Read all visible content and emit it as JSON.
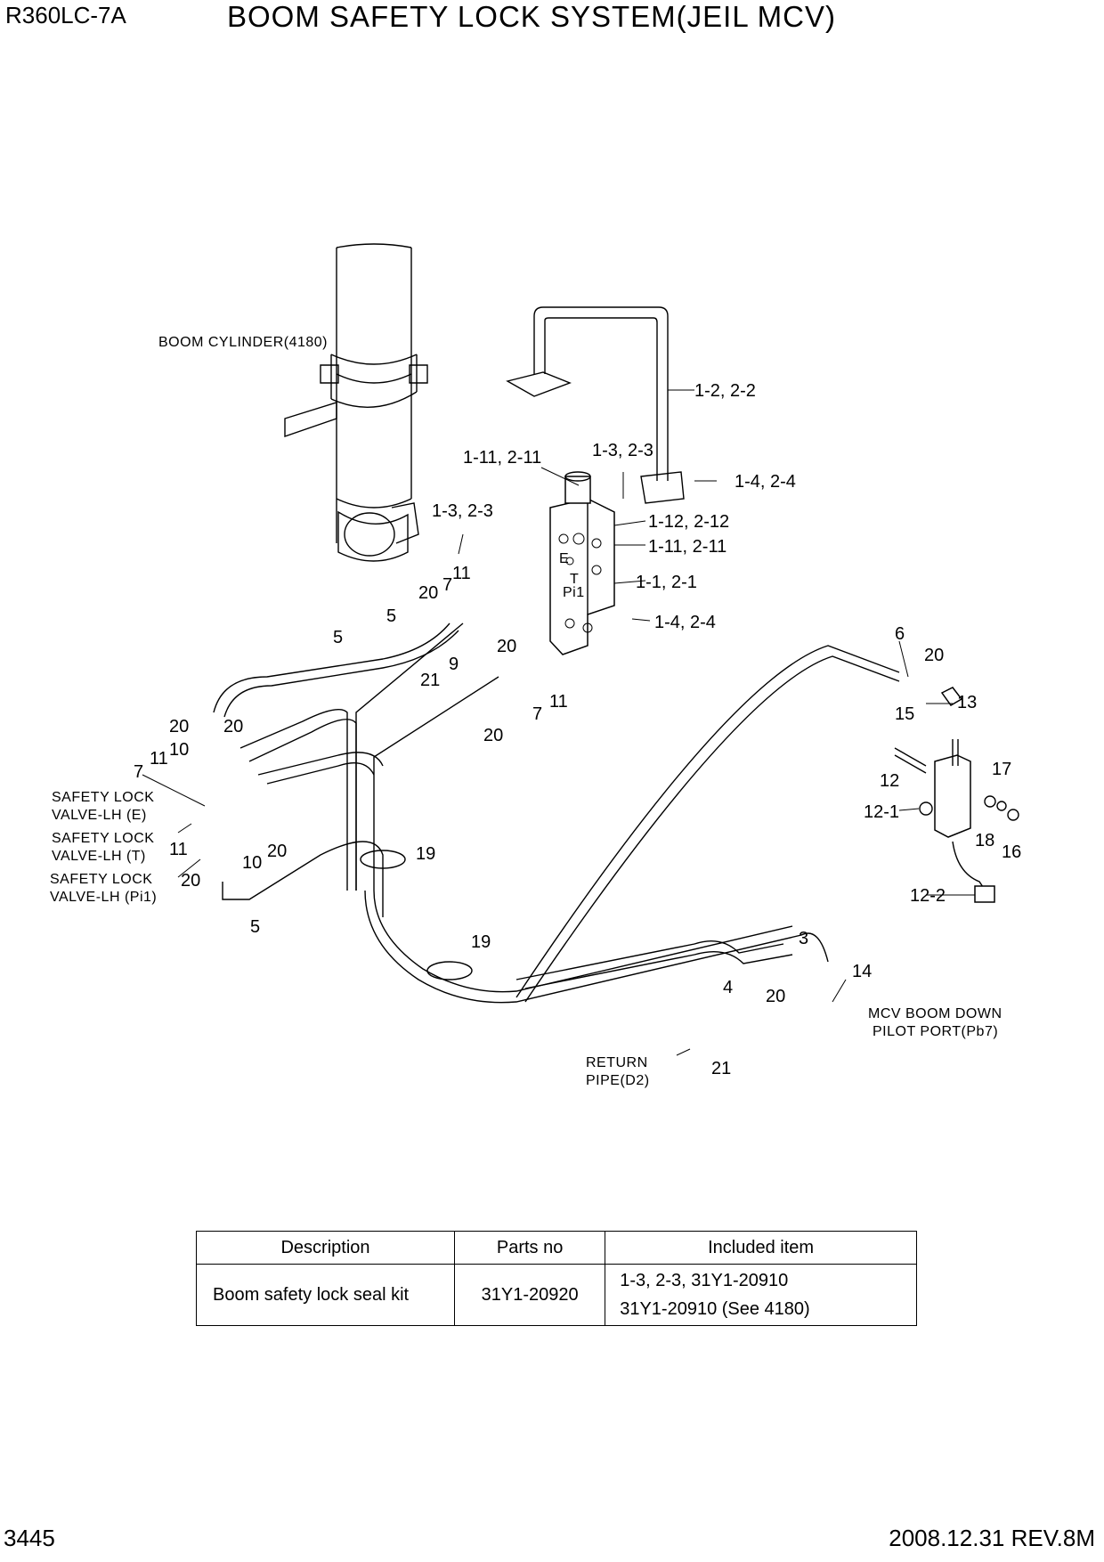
{
  "header": {
    "model": "R360LC-7A",
    "title": "BOOM SAFETY LOCK SYSTEM(JEIL MCV)"
  },
  "footer": {
    "page": "3445",
    "revision": "2008.12.31  REV.8M"
  },
  "notes": {
    "boom_cylinder": "BOOM CYLINDER(4180)",
    "safety_lock_e_1": "SAFETY LOCK",
    "safety_lock_e_2": "VALVE-LH (E)",
    "safety_lock_t_1": "SAFETY LOCK",
    "safety_lock_t_2": "VALVE-LH (T)",
    "safety_lock_pi1_1": "SAFETY LOCK",
    "safety_lock_pi1_2": "VALVE-LH (Pi1)",
    "mcv_1": "MCV BOOM DOWN",
    "mcv_2": "PILOT PORT(Pb7)",
    "return_1": "RETURN",
    "return_2": "PIPE(D2)",
    "port_e": "E",
    "port_t": "T",
    "port_pi1": "Pi1"
  },
  "callouts": [
    "1-2, 2-2",
    "1-3, 2-3",
    "1-4, 2-4",
    "1-11, 2-11",
    "1-3, 2-3",
    "1-12, 2-12",
    "1-11, 2-11",
    "1-1, 2-1",
    "1-4, 2-4",
    "11",
    "7",
    "20",
    "5",
    "5",
    "20",
    "9",
    "21",
    "11",
    "7",
    "20",
    "20",
    "20",
    "10",
    "11",
    "7",
    "11",
    "10",
    "20",
    "20",
    "5",
    "6",
    "20",
    "13",
    "15",
    "12",
    "17",
    "12-1",
    "18",
    "16",
    "12-2",
    "19",
    "19",
    "3",
    "14",
    "4",
    "20",
    "21"
  ],
  "table": {
    "headers": [
      "Description",
      "Parts no",
      "Included item"
    ],
    "row": {
      "description": "Boom safety lock seal kit",
      "parts_no": "31Y1-20920",
      "included_1": "1-3, 2-3, 31Y1-20910",
      "included_2": "31Y1-20910 (See 4180)"
    }
  }
}
